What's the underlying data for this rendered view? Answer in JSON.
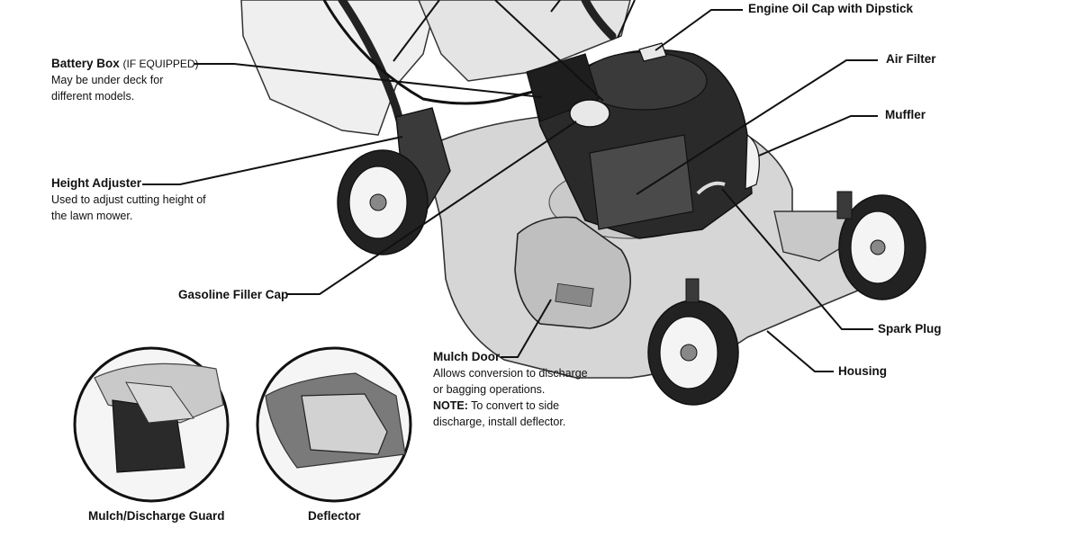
{
  "diagram": {
    "labels": {
      "engine_oil_cap": "Engine Oil Cap with Dipstick",
      "battery_box": "Battery Box",
      "battery_box_note": "(IF EQUIPPED)",
      "battery_box_desc_1": "May be under deck for",
      "battery_box_desc_2": "different models.",
      "air_filter": "Air Filter",
      "muffler": "Muffler",
      "height_adjuster": "Height Adjuster",
      "height_adjuster_desc_1": "Used to adjust cutting height of",
      "height_adjuster_desc_2": "the lawn mower.",
      "gasoline_filler_cap": "Gasoline Filler Cap",
      "spark_plug": "Spark Plug",
      "housing": "Housing",
      "mulch_door": "Mulch Door",
      "mulch_door_desc_1": "Allows conversion to discharge",
      "mulch_door_desc_2": "or bagging operations.",
      "mulch_door_note_label": "NOTE:",
      "mulch_door_note_1": " To convert to side",
      "mulch_door_note_2": "discharge, install deflector.",
      "mulch_discharge_guard": "Mulch/Discharge Guard",
      "deflector": "Deflector"
    },
    "colors": {
      "line": "#111111",
      "deck": "#d6d6d6",
      "engine": "#2a2a2a",
      "bag": "#efefef"
    }
  }
}
